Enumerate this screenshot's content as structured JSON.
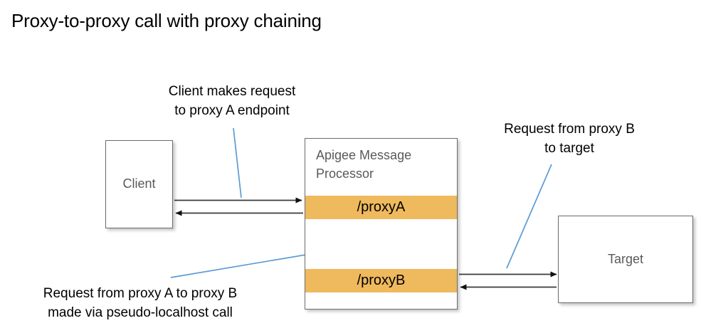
{
  "title": "Proxy-to-proxy call with proxy chaining",
  "colors": {
    "proxy_bar": "#EFB95D",
    "box_border": "#6b6b6b",
    "node_text": "#595959",
    "leader_line": "#5B9BD5",
    "arrow": "#000000",
    "background": "#FFFFFF"
  },
  "nodes": {
    "client": {
      "label": "Client"
    },
    "target": {
      "label": "Target"
    },
    "message_processor": {
      "title": "Apigee Message\nProcessor",
      "proxies": [
        {
          "label": "/proxyA"
        },
        {
          "label": "/proxyB"
        }
      ]
    }
  },
  "annotations": [
    {
      "id": "client-request",
      "text": "Client makes request\nto proxy A endpoint"
    },
    {
      "id": "target-request",
      "text": "Request from proxy B\nto target"
    },
    {
      "id": "chain-request",
      "text": "Request from proxy A to proxy B\nmade via pseudo-localhost call"
    }
  ],
  "connectors": [
    {
      "name": "client-to-proxya-request",
      "from": "client",
      "to": "/proxyA",
      "direction": "right"
    },
    {
      "name": "proxya-to-client-response",
      "from": "/proxyA",
      "to": "client",
      "direction": "left"
    },
    {
      "name": "proxyb-to-proxya-return",
      "from": "/proxyB",
      "to": "/proxyA",
      "direction": "up"
    },
    {
      "name": "proxya-to-proxyb-request",
      "from": "/proxyA",
      "to": "/proxyB",
      "direction": "down"
    },
    {
      "name": "proxyb-to-target-request",
      "from": "/proxyB",
      "to": "target",
      "direction": "right"
    },
    {
      "name": "target-to-proxyb-response",
      "from": "target",
      "to": "/proxyB",
      "direction": "left"
    }
  ]
}
